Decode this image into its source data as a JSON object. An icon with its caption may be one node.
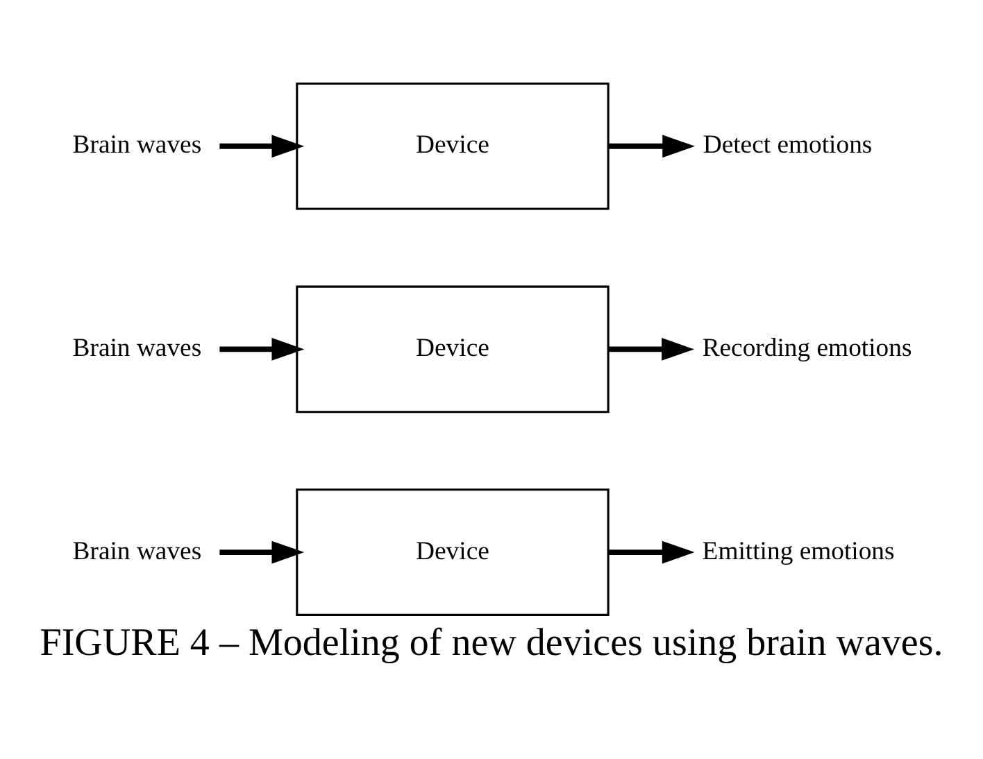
{
  "diagram": {
    "caption": "FIGURE 4 – Modeling of new devices using brain waves.",
    "nodes": [
      {
        "text": [
          "Brain waves"
        ]
      },
      {
        "text": [
          "Device"
        ]
      },
      {
        "text": [
          "Detect emotions"
        ]
      },
      {
        "text": [
          "Brain waves"
        ]
      },
      {
        "text": [
          "Device"
        ]
      },
      {
        "text": [
          "Recording emotions"
        ]
      },
      {
        "text": [
          "Brain waves"
        ]
      },
      {
        "text": [
          "Device"
        ]
      },
      {
        "text": [
          "Emitting emotions"
        ]
      }
    ],
    "edges": [
      {
        "from": 0,
        "to": 1,
        "arrow": "to"
      },
      {
        "from": 1,
        "to": 2,
        "arrow": "to"
      },
      {
        "from": 3,
        "to": 4,
        "arrow": "to"
      },
      {
        "from": 4,
        "to": 5,
        "arrow": "to"
      },
      {
        "from": 6,
        "to": 7,
        "arrow": "to"
      },
      {
        "from": 7,
        "to": 8,
        "arrow": "to"
      }
    ]
  }
}
